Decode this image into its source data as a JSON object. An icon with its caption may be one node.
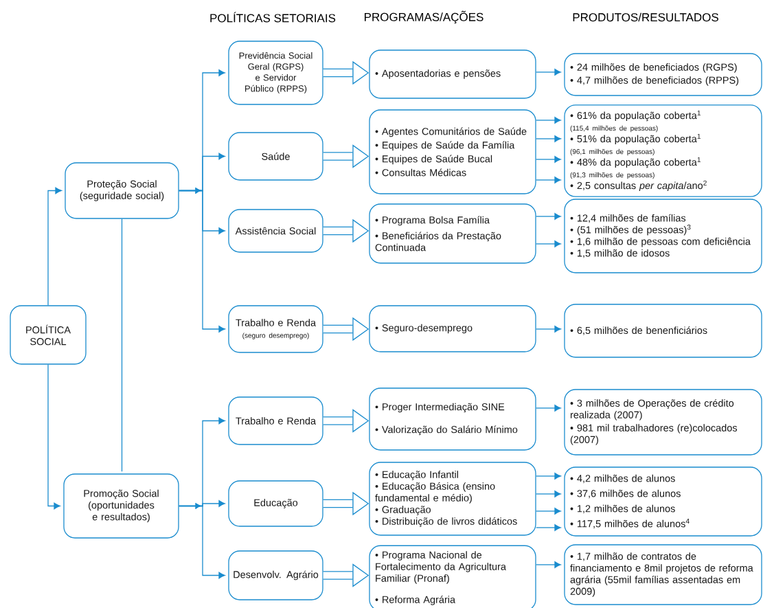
{
  "diagram": {
    "nodes": [
      {
        "text": [
          "POLÍTICA SOCIAL"
        ]
      },
      {
        "text": [
          "Proteção Social (seguridade social)"
        ]
      },
      {
        "text": [
          "Promoção Social (oportunidades e resultados)"
        ]
      },
      {
        "text": [
          "Previdência Social Geral (RGPS) e Servidor Público (RPPS)"
        ]
      },
      {
        "text": [
          "• Aposentadorias e pensões"
        ]
      },
      {
        "text": [
          "• 24 milhões de beneficiados (RGPS)",
          "• 4,7 milhões de beneficiados (RPPS)"
        ]
      },
      {
        "text": [
          "Saúde"
        ]
      },
      {
        "text": [
          "• Agentes Comunitários de Saúde",
          "• Equipes de Saúde da Família",
          "• Equipes de Saúde Bucal",
          "• Consultas Médicas"
        ]
      },
      {
        "text": [
          "• 61% da população coberta$^{1}$",
          "(115,4 milhões de pessoas)",
          "• 51% da população coberta$^{1}$",
          "(96,1 milhões de pessoas)",
          "• 48% da população coberta$^{1}$",
          "(91,3 milhões de pessoas)",
          "• 2,5 consultas *per capita*/ano$^{2}$"
        ]
      },
      {
        "text": [
          "Assistência Social"
        ]
      },
      {
        "text": [
          "• Programa Bolsa Família",
          "• Beneficiários da Prestação Continuada"
        ]
      },
      {
        "text": [
          "• 12,4 milhões de famílias",
          "• (51 milhões de pessoas)$^{3}$",
          "• 1,6 milhão de pessoas com deficiência",
          "• 1,5 milhão de idosos"
        ]
      },
      {
        "text": [
          "Trabalho e Renda",
          "(seguro desemprego)"
        ]
      },
      {
        "text": [
          "• Seguro-desemprego"
        ]
      },
      {
        "text": [
          "• 6,5 milhões de benenficiários"
        ]
      },
      {
        "text": [
          "Trabalho e Renda"
        ]
      },
      {
        "text": [
          "• Proger Intermediação SINE",
          "• Valorização do Salário Mínimo"
        ]
      },
      {
        "text": [
          "• 3 milhões de Operações de crédito realizada (2007)",
          "• 981 mil trabalhadores (re)colocados (2007)"
        ]
      },
      {
        "text": [
          "Educação"
        ]
      },
      {
        "text": [
          "• Educação Infantil",
          "• Educação Básica (ensino fundamental e médio)",
          "• Graduação",
          "• Distribuição de livros didáticos"
        ]
      },
      {
        "text": [
          "• 4,2 milhões de alunos",
          "• 37,6 milhões de alunos",
          "• 1,2 milhões de alunos",
          "• 117,5 milhões de alunos$^{4}$"
        ]
      },
      {
        "text": [
          "Desenvolv. Agrário"
        ]
      },
      {
        "text": [
          "• Programa Nacional de Fortalecimento da Agricultura Familiar (Pronaf)",
          "• Reforma Agrária"
        ]
      },
      {
        "text": [
          "• 1,7 milhão de contratos de financiamento e 8mil projetos de reforma agrária (55mil famílias assentadas em 2009)"
        ]
      }
    ],
    "edges": [
      {
        "from": 0,
        "to": 1,
        "arrow": "to"
      },
      {
        "from": 0,
        "to": 2,
        "arrow": "to"
      },
      {
        "from": 1,
        "to": 2,
        "arrow": "none"
      },
      {
        "from": 1,
        "to": 3,
        "arrow": "to"
      },
      {
        "from": 1,
        "to": 6,
        "arrow": "to"
      },
      {
        "from": 1,
        "to": 9,
        "arrow": "to"
      },
      {
        "from": 1,
        "to": 12,
        "arrow": "to"
      },
      {
        "from": 2,
        "to": 15,
        "arrow": "to"
      },
      {
        "from": 2,
        "to": 18,
        "arrow": "to"
      },
      {
        "from": 2,
        "to": 21,
        "arrow": "to"
      },
      {
        "from": 3,
        "to": 4,
        "arrow": "to",
        "style": "thick"
      },
      {
        "from": 4,
        "to": 5,
        "arrow": "to"
      },
      {
        "from": 6,
        "to": 7,
        "arrow": "to",
        "style": "thick"
      },
      {
        "from": 7,
        "to": 8,
        "arrow": "to"
      },
      {
        "from": 7,
        "to": 8,
        "arrow": "to"
      },
      {
        "from": 7,
        "to": 8,
        "arrow": "to"
      },
      {
        "from": 7,
        "to": 8,
        "arrow": "to"
      },
      {
        "from": 9,
        "to": 10,
        "arrow": "to",
        "style": "thick"
      },
      {
        "from": 10,
        "to": 11,
        "arrow": "to"
      },
      {
        "from": 10,
        "to": 11,
        "arrow": "to"
      },
      {
        "from": 12,
        "to": 13,
        "arrow": "to",
        "style": "thick"
      },
      {
        "from": 13,
        "to": 14,
        "arrow": "to"
      },
      {
        "from": 15,
        "to": 16,
        "arrow": "to",
        "style": "thick"
      },
      {
        "from": 16,
        "to": 17,
        "arrow": "to"
      },
      {
        "from": 18,
        "to": 19,
        "arrow": "to",
        "style": "thick"
      },
      {
        "from": 19,
        "to": 20,
        "arrow": "to"
      },
      {
        "from": 19,
        "to": 20,
        "arrow": "to"
      },
      {
        "from": 19,
        "to": 20,
        "arrow": "to"
      },
      {
        "from": 19,
        "to": 20,
        "arrow": "to"
      },
      {
        "from": 21,
        "to": 22,
        "arrow": "to",
        "style": "thick"
      },
      {
        "from": 22,
        "to": 23,
        "arrow": "to"
      }
    ],
    "labels": [
      "POLÍTICAS SETORIAIS",
      "PROGRAMAS/AÇÕES",
      "PRODUTOS/RESULTADOS"
    ]
  }
}
